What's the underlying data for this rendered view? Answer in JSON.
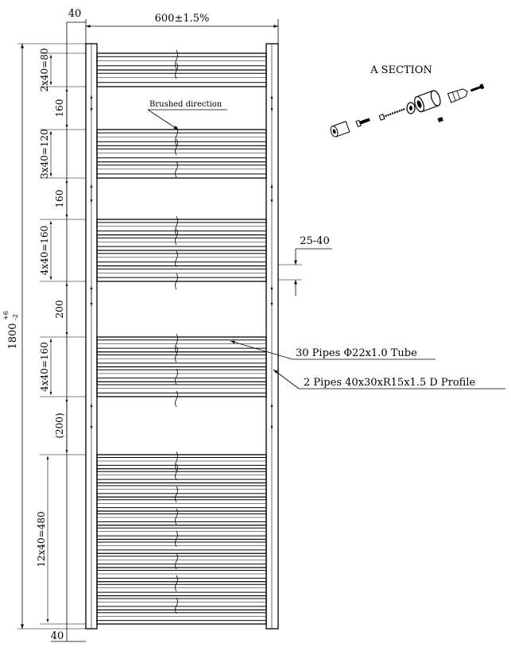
{
  "dims": {
    "top_offset": "40",
    "width": "600±1.5%",
    "height_base": "1800",
    "height_tol_plus": "+6",
    "height_tol_minus": "-2",
    "bottom_offset": "40",
    "offset_range": "25-40"
  },
  "groups": [
    {
      "label": "2x40=80",
      "tubes": 2
    },
    {
      "label": "3x40=120",
      "tubes": 3
    },
    {
      "label": "4x40=160",
      "tubes": 4
    },
    {
      "label": "4x40=160",
      "tubes": 4
    },
    {
      "label": "12x40=480",
      "tubes": 12
    }
  ],
  "gaps": [
    "160",
    "160",
    "200",
    "(200)"
  ],
  "labels": {
    "brushed": "Brushed direction",
    "pipes": "30 Pipes Φ22x1.0 Tube",
    "profile": "2 Pipes 40x30xR15x1.5 D Profile",
    "section": "A SECTION"
  },
  "colors": {
    "line": "#000000",
    "background": "#ffffff"
  }
}
